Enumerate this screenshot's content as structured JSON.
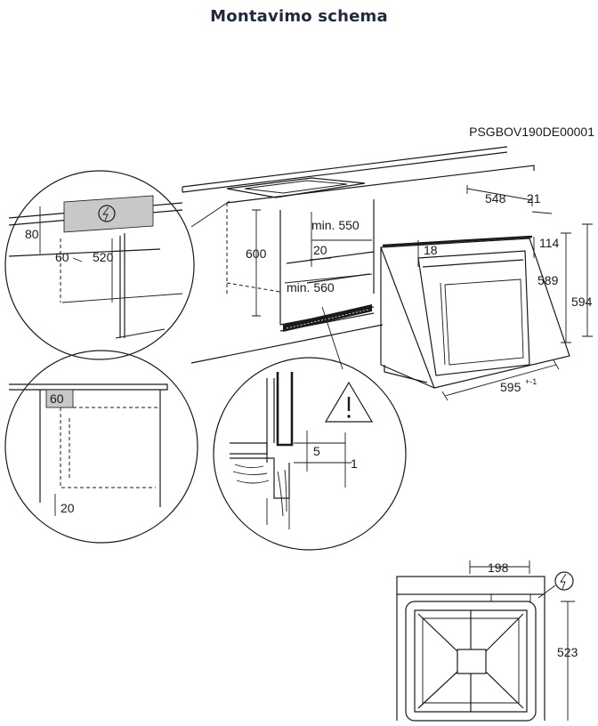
{
  "title": "Montavimo schema",
  "code": "PSGBOV190DE00001",
  "colors": {
    "title": "#1f2a3d",
    "line": "#1a1a1a",
    "shade": "#c8c8c8"
  },
  "icons": {
    "electric": "lightning-bolt-in-circle",
    "warning": "warning-triangle"
  },
  "dims": {
    "d80": "80",
    "d60a": "60",
    "d520": "520",
    "d600": "600",
    "min550": "min. 550",
    "d20a": "20",
    "min560": "min. 560",
    "d548": "548",
    "d21": "21",
    "d18": "18",
    "d114": "114",
    "d589": "589",
    "d594": "594",
    "d595": "595",
    "tol": "+-1",
    "d60b": "60",
    "d20b": "20",
    "d5": "5",
    "d1": "1",
    "d198": "198",
    "d523": "523"
  }
}
